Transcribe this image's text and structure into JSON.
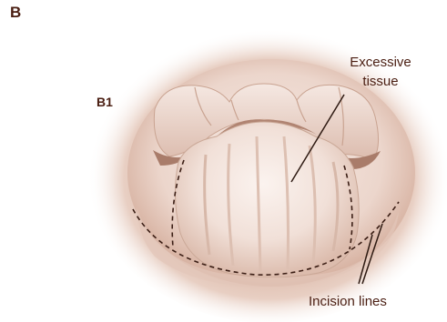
{
  "figure": {
    "panel_letter": "B",
    "sub_panel_label": "B1"
  },
  "annotations": {
    "excessive_tissue": {
      "line1": "Excessive",
      "line2": "tissue"
    },
    "incision_lines": "Incision lines"
  },
  "colors": {
    "label_text": "#4a1e12",
    "outer_shadow": "#c49a86",
    "tissue_light": "#f7ebe5",
    "tissue_mid": "#e7cdc2",
    "fold_shadow": "#b58a78",
    "incision_dash": "#3a1d14",
    "leader_line": "#2e1a12"
  }
}
